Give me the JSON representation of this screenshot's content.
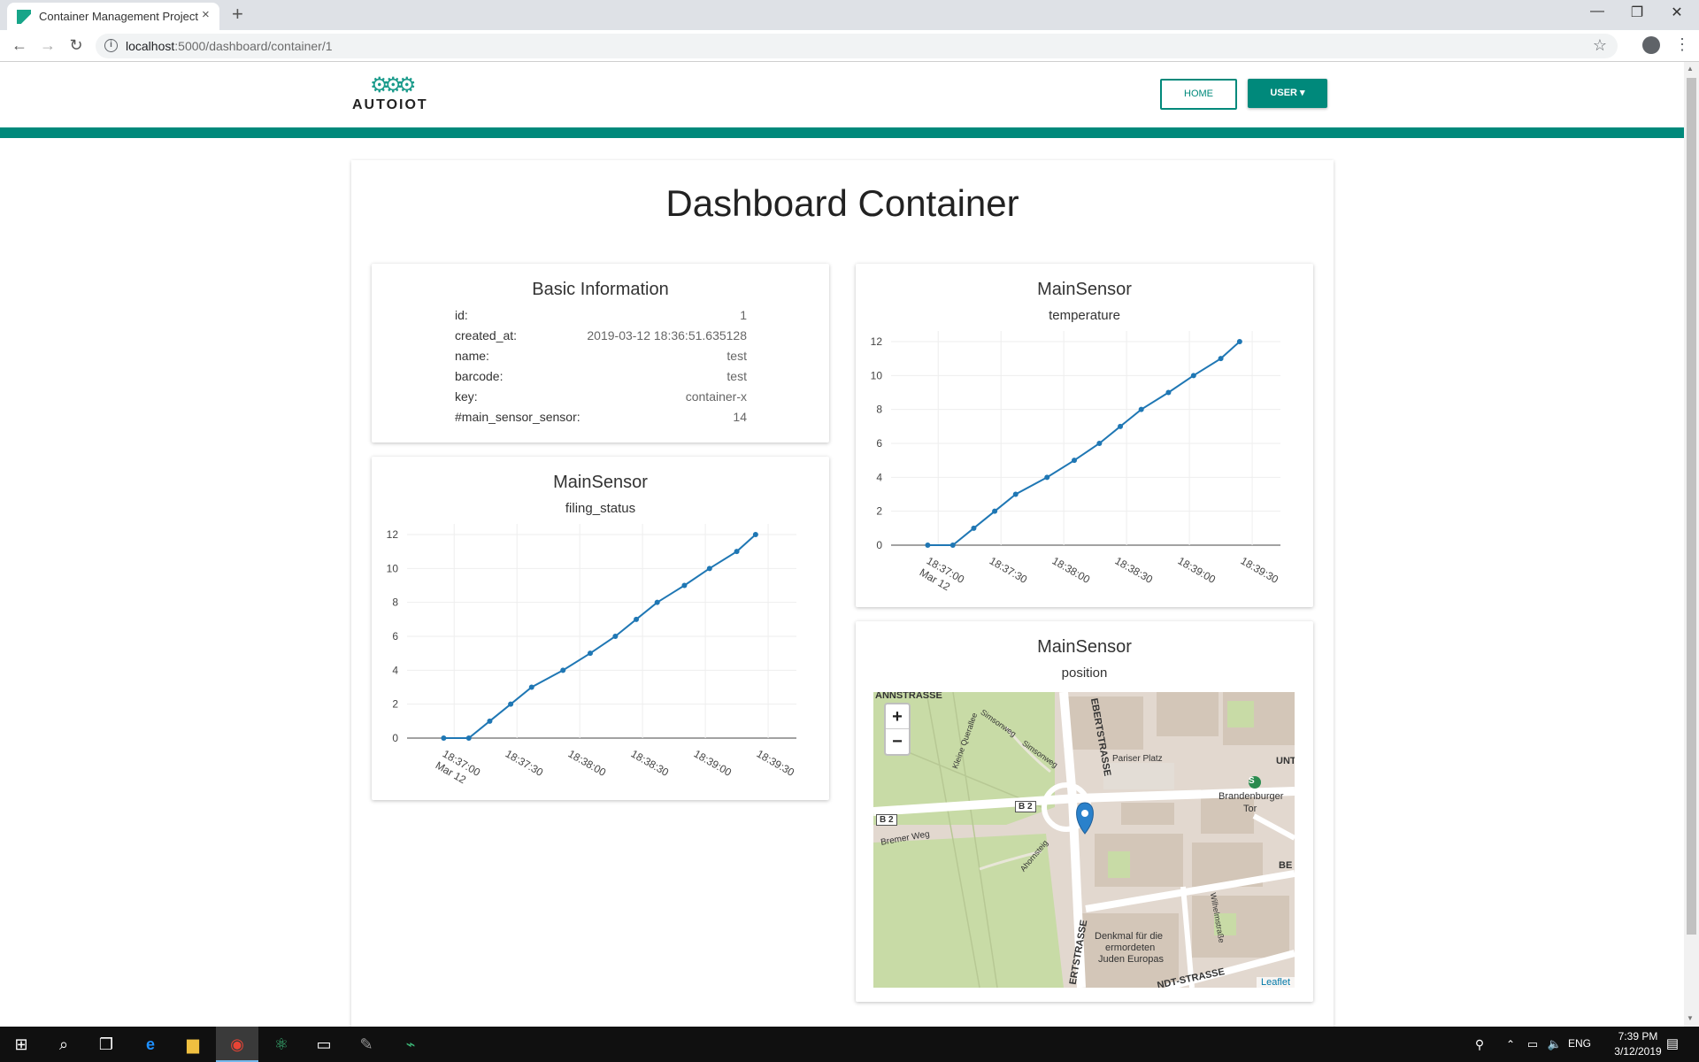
{
  "browser": {
    "tab_title": "Container Management Project",
    "tab_close": "×",
    "new_tab": "+",
    "url_host": "localhost",
    "url_path": ":5000/dashboard/container/1"
  },
  "navbar": {
    "logo_text": "AUTOIOT",
    "home_label": "HOME",
    "user_label": "USER ▾"
  },
  "page": {
    "title": "Dashboard Container"
  },
  "basic_info": {
    "title": "Basic Information",
    "rows": [
      {
        "key": "id:",
        "value": "1"
      },
      {
        "key": "created_at:",
        "value": "2019-03-12 18:36:51.635128"
      },
      {
        "key": "name:",
        "value": "test"
      },
      {
        "key": "barcode:",
        "value": "test"
      },
      {
        "key": "key:",
        "value": "container-x"
      },
      {
        "key": "#main_sensor_sensor:",
        "value": "14"
      }
    ]
  },
  "sensor_filing": {
    "title": "MainSensor",
    "subtitle": "filing_status"
  },
  "sensor_temperature": {
    "title": "MainSensor",
    "subtitle": "temperature"
  },
  "sensor_position": {
    "title": "MainSensor",
    "subtitle": "position",
    "zoom_in": "+",
    "zoom_out": "−",
    "attribution": "Leaflet",
    "labels": {
      "annstrasse": "ANNSTRASSE",
      "ebertstrasse": "EBERTSTRASSE",
      "pariser_platz": "Pariser Platz",
      "unt": "UNT",
      "brandenburger": "Brandenburger",
      "tor": "Tor",
      "b2a": "B 2",
      "b2b": "B 2",
      "bremer_weg": "Bremer Weg",
      "simsonweg": "Simsonweg",
      "simsonweg2": "Simsonweg",
      "kleine_querallee": "Kleine Querallee",
      "ahornsteig": "Ahornsteig",
      "be": "BE",
      "denkmal1": "Denkmal für die",
      "denkmal2": "ermordeten",
      "denkmal3": "Juden Europas",
      "ertstrasse": "ERTSTRASSE",
      "ndt": "NDT-STRASSE",
      "wilhelmstrasse": "Wilhelmstraße",
      "s_icon": "S"
    }
  },
  "chart_data": [
    {
      "type": "line",
      "title": "MainSensor",
      "subtitle": "filing_status",
      "x": [
        "2019-03-12 18:36:55",
        "2019-03-12 18:37:07",
        "2019-03-12 18:37:17",
        "2019-03-12 18:37:27",
        "2019-03-12 18:37:37",
        "2019-03-12 18:37:52",
        "2019-03-12 18:38:05",
        "2019-03-12 18:38:17",
        "2019-03-12 18:38:27",
        "2019-03-12 18:38:37",
        "2019-03-12 18:38:50",
        "2019-03-12 18:39:02",
        "2019-03-12 18:39:15",
        "2019-03-12 18:39:24"
      ],
      "y": [
        0,
        0,
        1,
        2,
        3,
        4,
        5,
        6,
        7,
        8,
        9,
        10,
        11,
        12
      ],
      "xticks": [
        "18:37:00\nMar 12",
        "18:37:30",
        "18:38:00",
        "18:38:30",
        "18:39:00",
        "18:39:30"
      ],
      "ylim": [
        0,
        12
      ],
      "yticks": [
        0,
        2,
        4,
        6,
        8,
        10,
        12
      ],
      "color": "#1f77b4"
    },
    {
      "type": "line",
      "title": "MainSensor",
      "subtitle": "temperature",
      "x": [
        "2019-03-12 18:36:55",
        "2019-03-12 18:37:07",
        "2019-03-12 18:37:17",
        "2019-03-12 18:37:27",
        "2019-03-12 18:37:37",
        "2019-03-12 18:37:52",
        "2019-03-12 18:38:05",
        "2019-03-12 18:38:17",
        "2019-03-12 18:38:27",
        "2019-03-12 18:38:37",
        "2019-03-12 18:38:50",
        "2019-03-12 18:39:02",
        "2019-03-12 18:39:15",
        "2019-03-12 18:39:24"
      ],
      "y": [
        0,
        0,
        1,
        2,
        3,
        4,
        5,
        6,
        7,
        8,
        9,
        10,
        11,
        12
      ],
      "xticks": [
        "18:37:00\nMar 12",
        "18:37:30",
        "18:38:00",
        "18:38:30",
        "18:39:00",
        "18:39:30"
      ],
      "ylim": [
        0,
        12
      ],
      "yticks": [
        0,
        2,
        4,
        6,
        8,
        10,
        12
      ],
      "color": "#1f77b4"
    }
  ],
  "taskbar": {
    "lang": "ENG",
    "time": "7:39 PM",
    "date": "3/12/2019"
  }
}
